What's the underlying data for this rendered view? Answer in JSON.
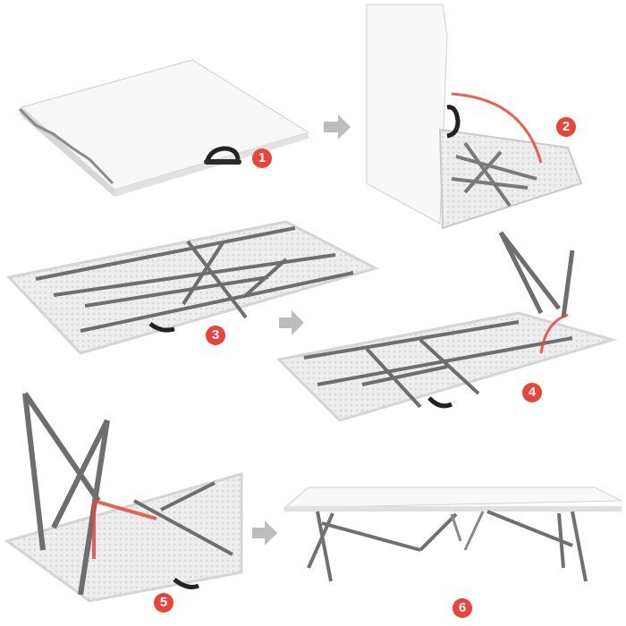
{
  "steps": [
    {
      "number": "1"
    },
    {
      "number": "2"
    },
    {
      "number": "3"
    },
    {
      "number": "4"
    },
    {
      "number": "5"
    },
    {
      "number": "6"
    }
  ],
  "colors": {
    "badge": "#e8443a",
    "arrow": "#bdbdbd",
    "table_top": "#f3f3f3",
    "frame": "#6e6e6e"
  },
  "icons": [
    "arrow-right-icon",
    "handle-icon"
  ]
}
